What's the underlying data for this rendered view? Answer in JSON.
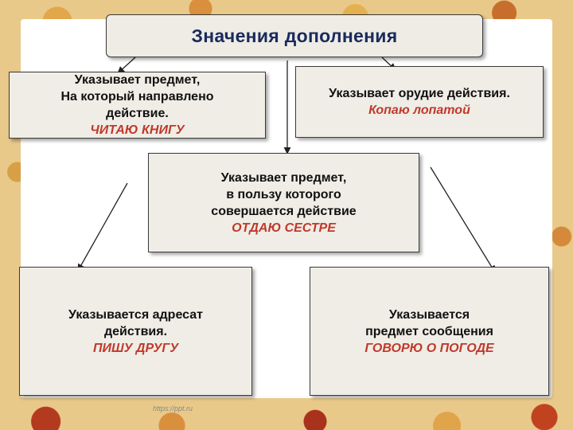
{
  "title": "Значения дополнения",
  "boxes": {
    "object": {
      "lines": [
        "Указывает предмет,",
        "На который направлено",
        "действие."
      ],
      "example": "ЧИТАЮ КНИГУ"
    },
    "instrument": {
      "lines": [
        "Указывает орудие действия."
      ],
      "example": "Копаю лопатой"
    },
    "beneficiary": {
      "lines": [
        "Указывает предмет,",
        "в пользу которого",
        "совершается действие"
      ],
      "example": "ОТДАЮ СЕСТРЕ"
    },
    "addressee": {
      "lines": [
        "Указывается адресат",
        "действия."
      ],
      "example": "ПИШУ ДРУГУ"
    },
    "topic": {
      "lines": [
        "Указывается",
        "предмет сообщения"
      ],
      "example": "ГОВОРЮ О ПОГОДЕ"
    }
  },
  "watermark": "https://ppt.ru",
  "colors": {
    "example": "#c0392b",
    "title": "#1a2a5c",
    "box_fill": "#efede6"
  }
}
